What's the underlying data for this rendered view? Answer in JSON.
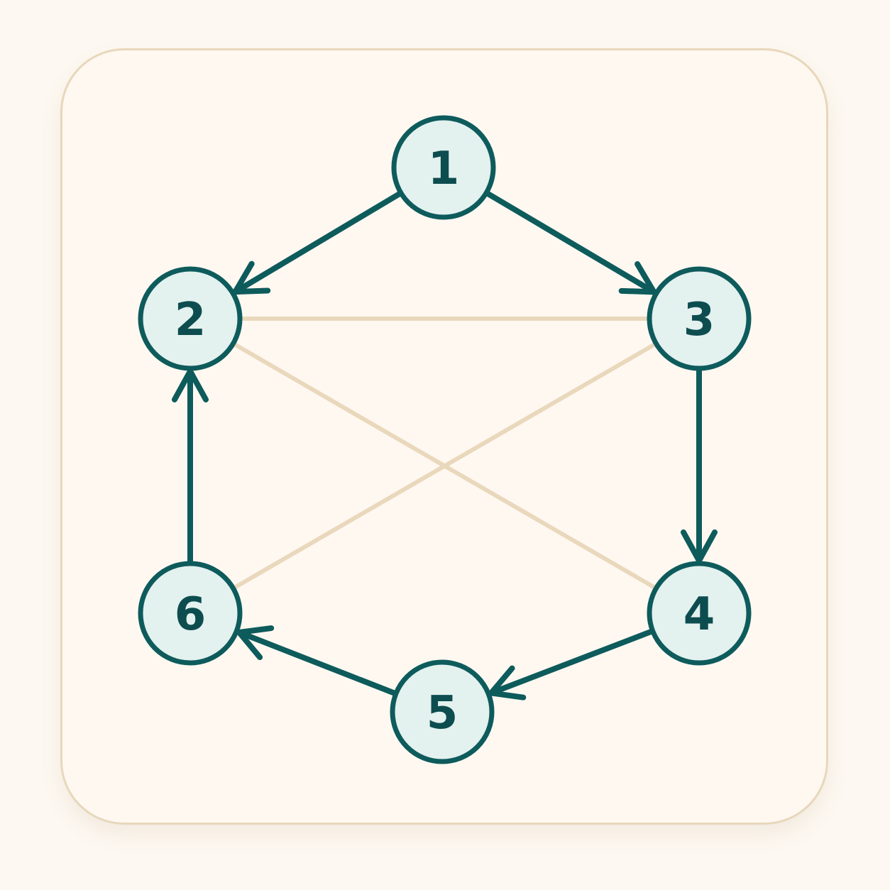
{
  "colors": {
    "background": "#fdf8f1",
    "card": "#fef8f1",
    "card_border": "#e8d7bb",
    "node_fill": "#e3f1ef",
    "node_stroke": "#0e5b5c",
    "node_text": "#0d4d4f",
    "directed_edge": "#0e5b5c",
    "undirected_edge": "#ead8bc"
  },
  "nodes": [
    {
      "id": "1",
      "label": "1"
    },
    {
      "id": "2",
      "label": "2"
    },
    {
      "id": "3",
      "label": "3"
    },
    {
      "id": "4",
      "label": "4"
    },
    {
      "id": "5",
      "label": "5"
    },
    {
      "id": "6",
      "label": "6"
    }
  ],
  "directed_edges": [
    {
      "from": "1",
      "to": "2"
    },
    {
      "from": "1",
      "to": "3"
    },
    {
      "from": "3",
      "to": "4"
    },
    {
      "from": "4",
      "to": "5"
    },
    {
      "from": "5",
      "to": "6"
    },
    {
      "from": "6",
      "to": "2"
    }
  ],
  "undirected_edges": [
    {
      "a": "2",
      "b": "3"
    },
    {
      "a": "2",
      "b": "4"
    },
    {
      "a": "3",
      "b": "6"
    }
  ]
}
